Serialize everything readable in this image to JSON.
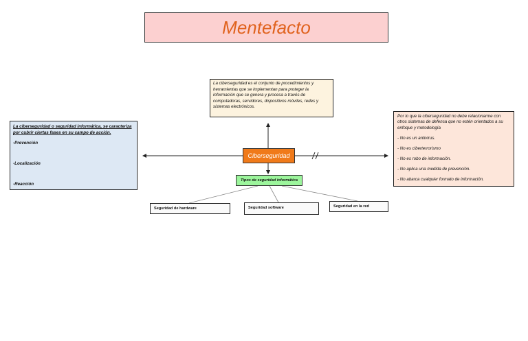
{
  "title": "Mentefacto",
  "definition": "La ciberseguridad es el conjunto de procedimientos y herramientas que se implementan para proteger la información que se genera y procesa a través de computadoras, servidores, dispositivos móviles, redes y sistemas electrónicos.",
  "center": "Ciberseguridad",
  "left": {
    "heading": "La ciberseguridad o seguridad informática, se caracteriza por cubrir ciertas fases en su campo de acción.",
    "items": [
      "-Prevención",
      "-Localización",
      "-Reacción"
    ]
  },
  "right": {
    "heading": "Por lo que la ciberseguridad no debe relacionarme con otros sistemas de defensa que no estén orientados a su enfoque y metodología",
    "items": [
      "- No es un antivirus.",
      "- No es ciberterrorismo",
      "- No es robo de información.",
      "- No aplica una medida de prevención.",
      "- No abarca cualquier formato de información."
    ]
  },
  "types": {
    "label": "Tipos de seguridad informática",
    "items": [
      "Seguridad de hardware",
      "Seguridad software",
      "Seguridad en la red"
    ]
  },
  "colors": {
    "title_text": "#e0621d",
    "title_bg": "#fcd0d0",
    "center_bg": "#f07a1a",
    "types_bg": "#9cf59c",
    "left_bg": "#dde8f4",
    "right_bg": "#fde6da",
    "definition_bg": "#fdf3df"
  }
}
